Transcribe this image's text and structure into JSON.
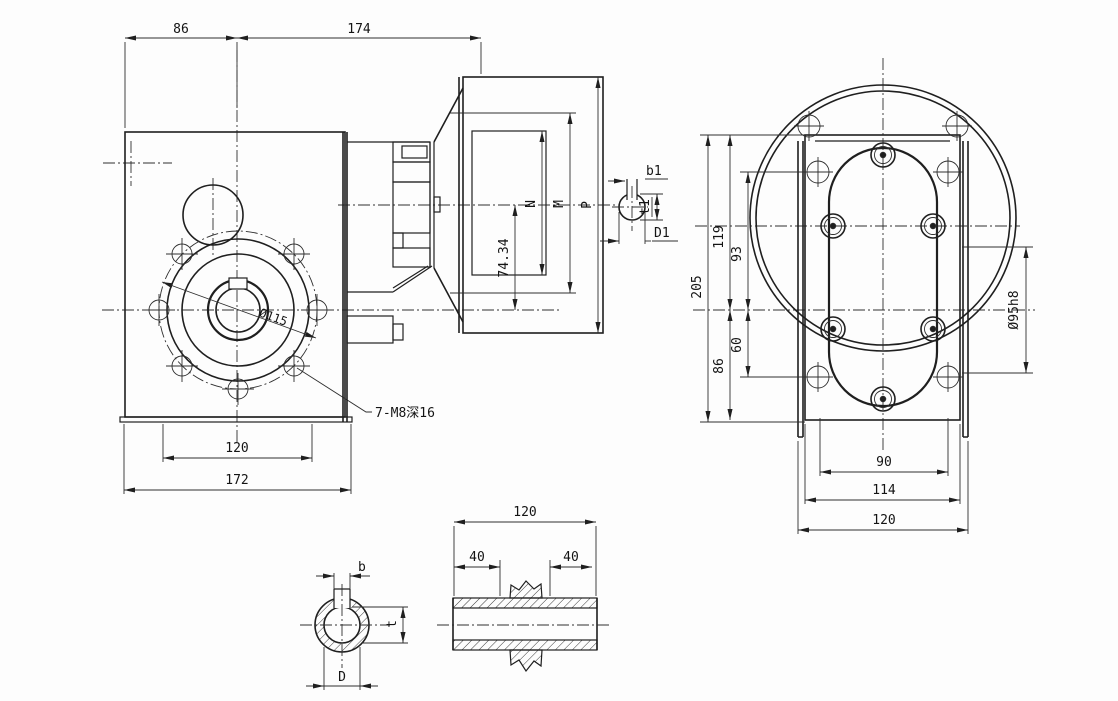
{
  "front_view": {
    "width_left": "86",
    "width_right": "174",
    "hole_span": "120",
    "base_width": "172",
    "flange_diameter": "Ø115",
    "tapped_holes_note": "7-M8深16"
  },
  "side_view": {
    "center_distance": "74.34",
    "flange_inner": "N",
    "flange_bolt_circle": "M",
    "flange_outer": "P"
  },
  "input_shaft_key": {
    "key_width": "b1",
    "key_depth": "t1",
    "shaft_diameter": "D1"
  },
  "rear_view": {
    "overall_height": "205",
    "height_upper": "119",
    "height_lower": "86",
    "hole_offset_upper": "93",
    "hole_offset_lower": "60",
    "spigot_diameter": "Ø95h8",
    "hole_span": "90",
    "face_width": "114",
    "overall_width": "120"
  },
  "output_bore_section": {
    "key_width": "b",
    "key_depth": "t",
    "bore_diameter": "D"
  },
  "output_sleeve": {
    "length": "120",
    "offset_left": "40",
    "offset_right": "40"
  }
}
